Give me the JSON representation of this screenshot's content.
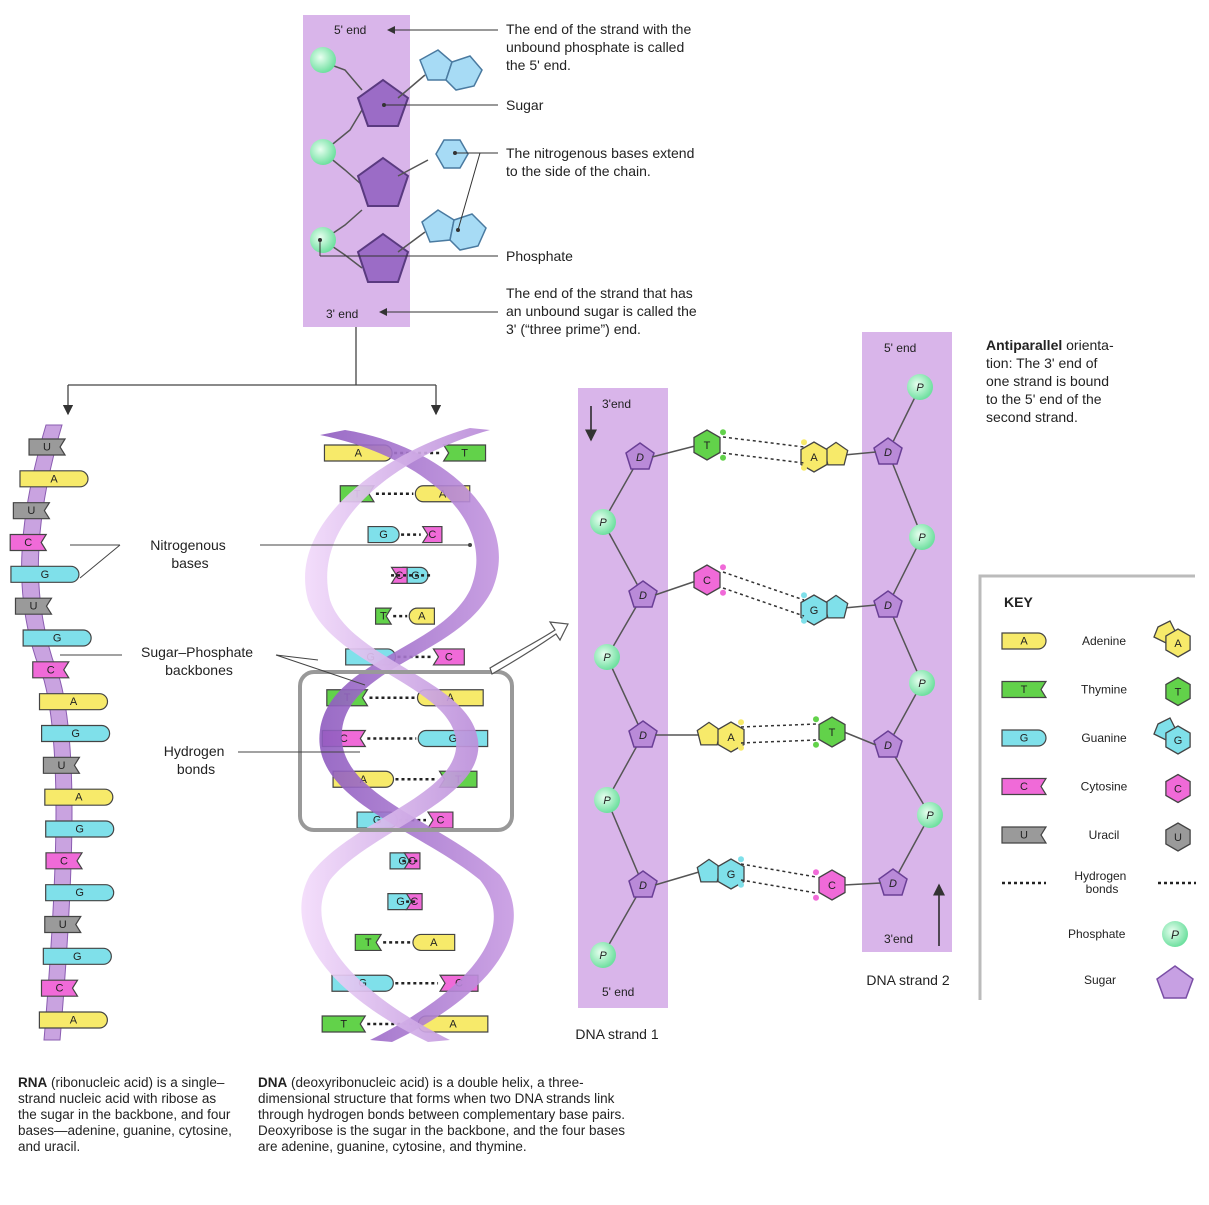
{
  "top": {
    "five_end": "5' end",
    "three_end": "3' end",
    "five_desc": [
      "The end of the strand with the",
      "unbound phosphate is called",
      "the 5' end."
    ],
    "sugar": "Sugar",
    "bases_desc": [
      "The nitrogenous bases extend",
      "to the side of the chain."
    ],
    "phosphate": "Phosphate",
    "three_desc": [
      "The end of the strand that has",
      "an unbound sugar is called the",
      "3' (“three prime”) end."
    ]
  },
  "helix_labels": {
    "nitrogenous": [
      "Nitrogenous",
      "bases"
    ],
    "backbones": [
      "Sugar–Phosphate",
      "backbones"
    ],
    "hydrogen": [
      "Hydrogen",
      "bonds"
    ]
  },
  "rna_bases": [
    "U",
    "A",
    "U",
    "C",
    "G",
    "U",
    "G",
    "C",
    "A",
    "G",
    "U",
    "A",
    "G",
    "C",
    "G",
    "U",
    "G",
    "C",
    "A"
  ],
  "dna_pairs": [
    [
      "A",
      "T"
    ],
    [
      "T",
      "A"
    ],
    [
      "G",
      "C"
    ],
    [
      "G",
      "C"
    ],
    [
      "T",
      "A"
    ],
    [
      "G",
      "C"
    ],
    [
      "T",
      "A"
    ],
    [
      "C",
      "G"
    ],
    [
      "A",
      "T"
    ],
    [
      "G",
      "C"
    ],
    [
      "G",
      "C"
    ],
    [
      "G",
      "C"
    ],
    [
      "T",
      "A"
    ],
    [
      "G",
      "C"
    ],
    [
      "T",
      "A"
    ]
  ],
  "strands": {
    "s1_top": "3'end",
    "s1_bottom": "5' end",
    "s1_name": "DNA strand 1",
    "s2_top": "5' end",
    "s2_bottom": "3'end",
    "s2_name": "DNA strand 2",
    "sugar_letter": "D",
    "phosphate_letter": "P",
    "rungs": [
      [
        "T",
        "A"
      ],
      [
        "C",
        "G"
      ],
      [
        "A",
        "T"
      ],
      [
        "G",
        "C"
      ]
    ]
  },
  "antiparallel": {
    "bold": "Antiparallel",
    "rest": [
      " orienta-",
      "tion: The 3' end of",
      "one strand is bound",
      "to the 5' end of the",
      "second strand."
    ]
  },
  "key": {
    "title": "KEY",
    "items": [
      {
        "letter": "A",
        "name": "Adenine",
        "color": "#f7ea6a"
      },
      {
        "letter": "T",
        "name": "Thymine",
        "color": "#62d24a"
      },
      {
        "letter": "G",
        "name": "Guanine",
        "color": "#7fe0ea"
      },
      {
        "letter": "C",
        "name": "Cytosine",
        "color": "#f06ad8"
      },
      {
        "letter": "U",
        "name": "Uracil",
        "color": "#9a9a9a"
      }
    ],
    "hbond": [
      "Hydrogen",
      "bonds"
    ],
    "phosphate": "Phosphate",
    "phosphate_letter": "P",
    "sugar": "Sugar"
  },
  "captions": {
    "rna_bold": "RNA",
    "rna_text": " (ribonucleic acid) is a single–strand nucleic acid with ribose as the sugar in the backbone, and four bases—adenine, guanine, cytosine, and uracil.",
    "dna_bold": "DNA",
    "dna_text": " (deoxyribonucleic acid) is a double helix, a three-dimensional structure that forms when two DNA strands link through hydrogen bonds between complementary base pairs. Deoxyribose is the sugar in the backbone, and the four bases are adenine, guanine, cytosine, and thymine."
  },
  "colors": {
    "A": "#f7ea6a",
    "T": "#62d24a",
    "G": "#7fe0ea",
    "C": "#f06ad8",
    "U": "#9a9a9a",
    "lavender": "#dcb8ea",
    "purple": "#9b6cc6",
    "phosphate": "#8ff0b4"
  }
}
